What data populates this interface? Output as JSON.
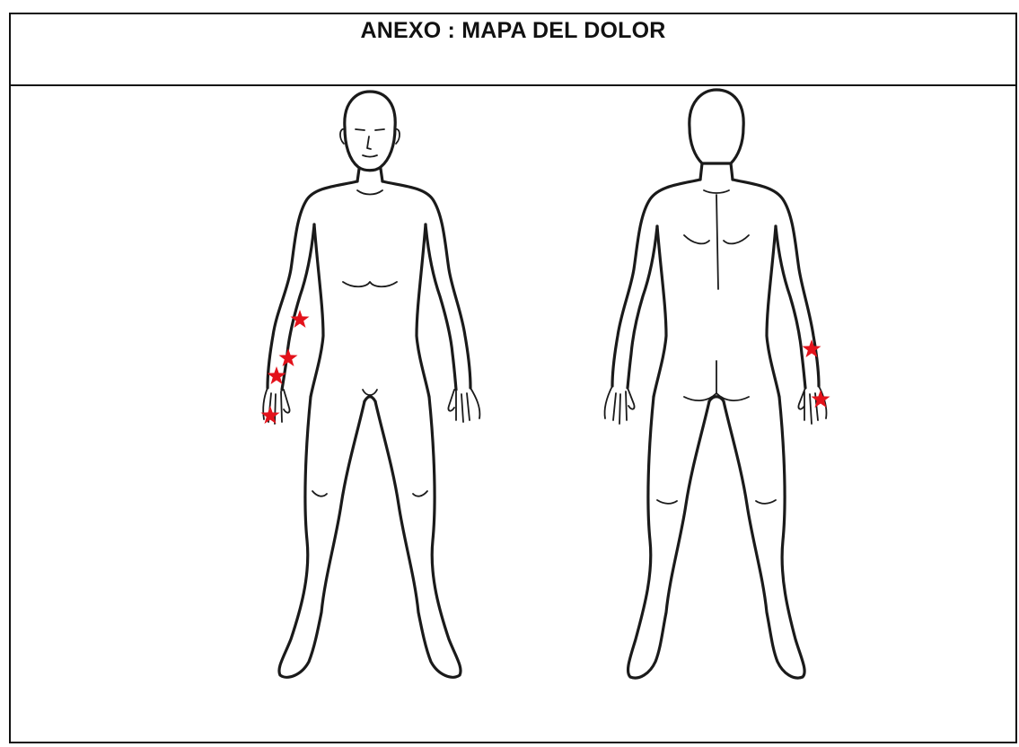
{
  "title": "ANEXO : MAPA DEL DOLOR",
  "marker_color": "#e3121b",
  "line_color": "#1a1a1a",
  "views": [
    {
      "id": "front",
      "marker_count": 4
    },
    {
      "id": "back",
      "marker_count": 2
    }
  ],
  "marker_icon": "star-icon"
}
